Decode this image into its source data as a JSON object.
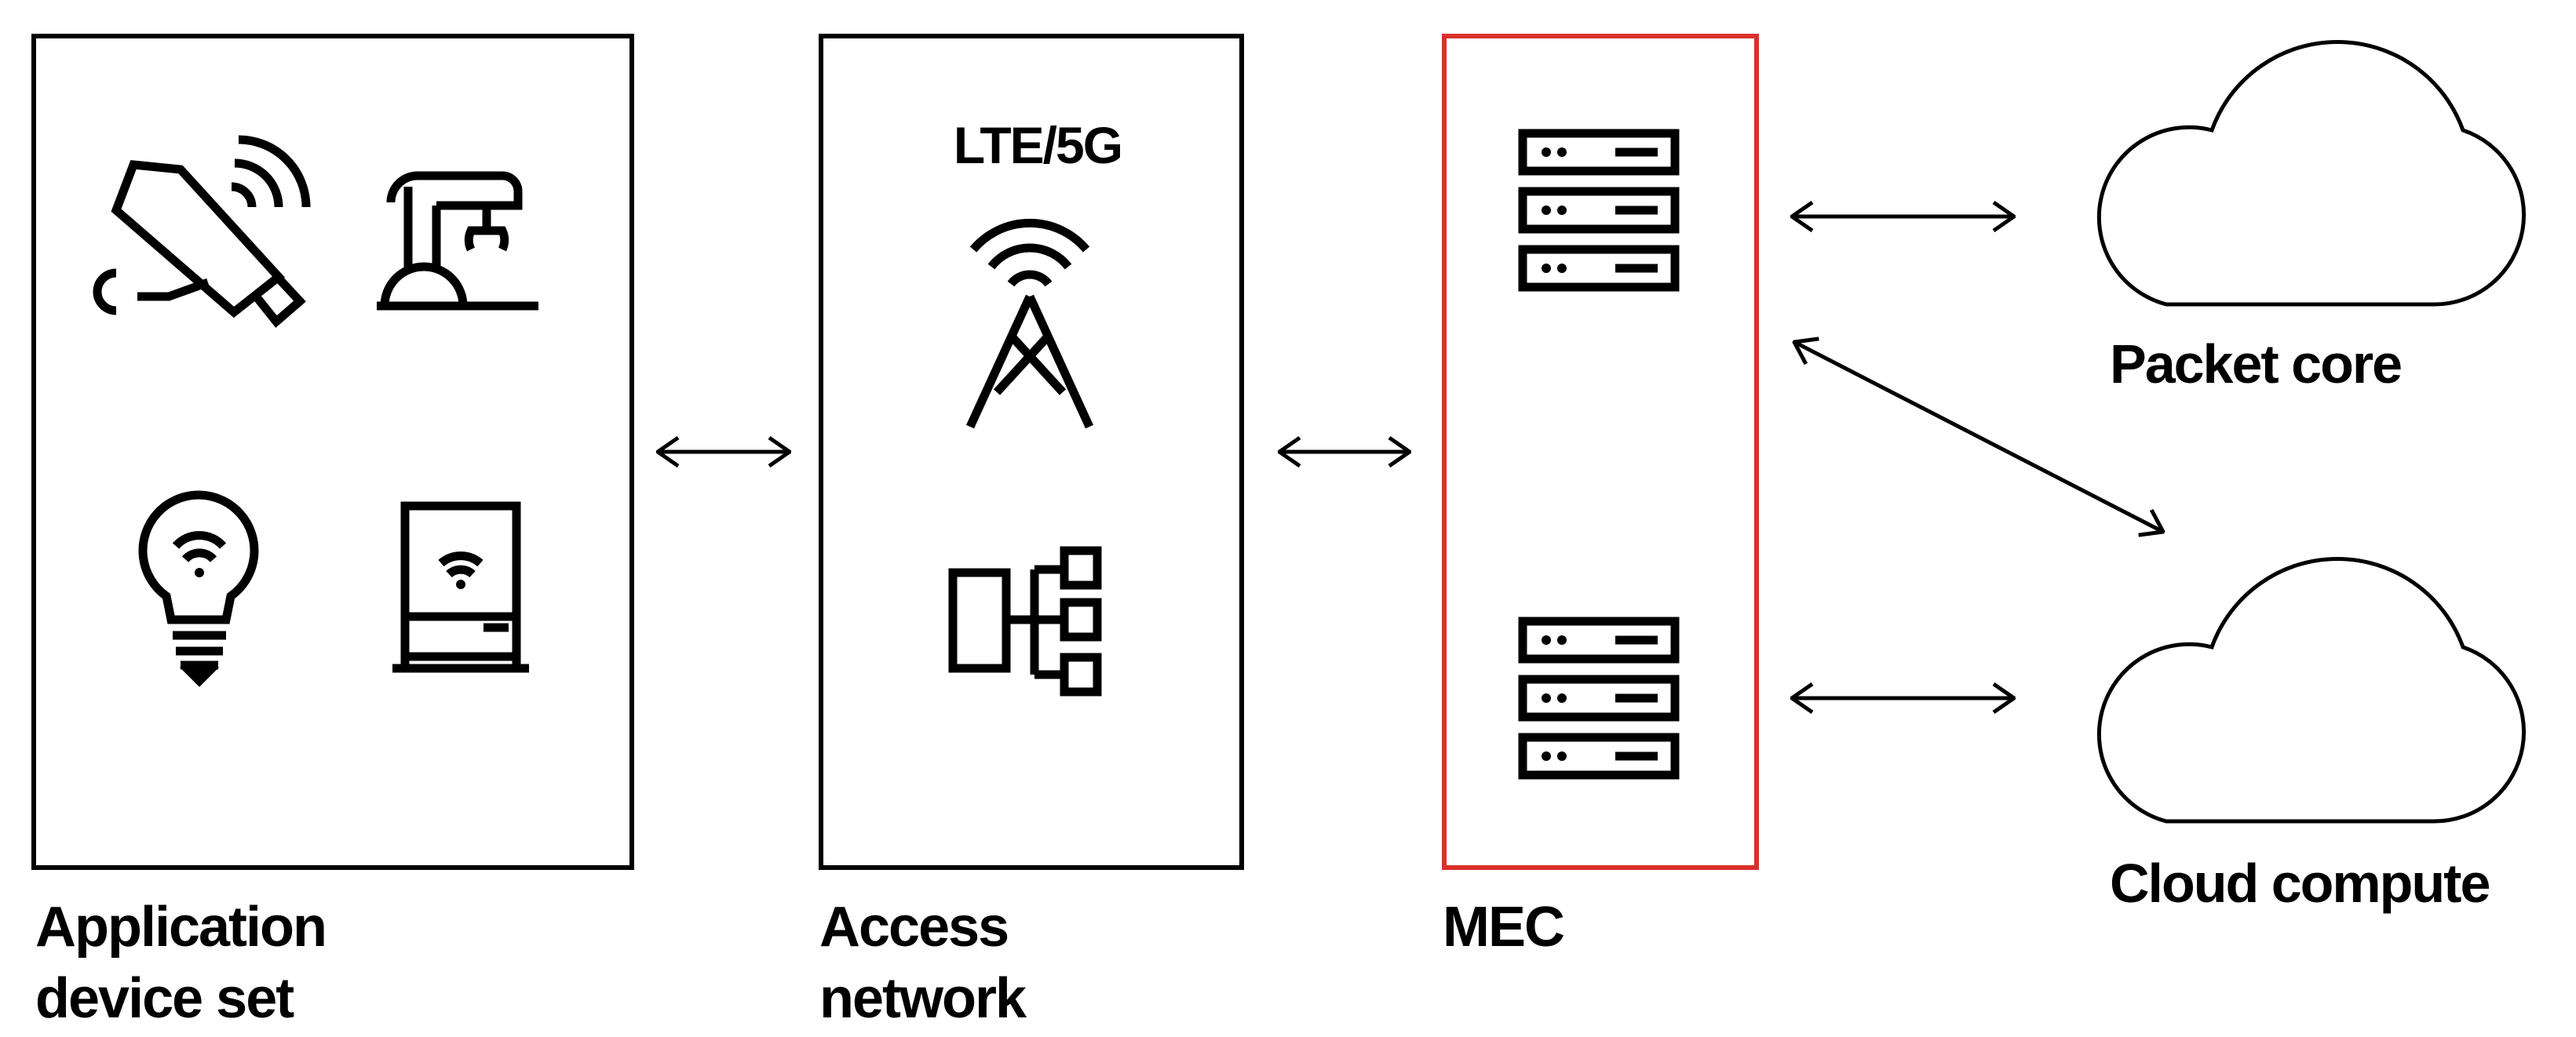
{
  "colors": {
    "stroke": "#000000",
    "accent": "#d9312a",
    "background": "#ffffff"
  },
  "panels": {
    "devices": {
      "label_line1": "Application",
      "label_line2": "device set",
      "icons": [
        "security-camera-icon",
        "robotic-arm-icon",
        "smart-bulb-icon",
        "smart-appliance-icon"
      ]
    },
    "access": {
      "title": "LTE/5G",
      "label_line1": "Access",
      "label_line2": "network",
      "icons": [
        "cell-tower-icon",
        "network-hierarchy-icon"
      ]
    },
    "mec": {
      "label": "MEC",
      "icons": [
        "server-stack-icon",
        "server-stack-icon"
      ]
    }
  },
  "clouds": {
    "packet_core": {
      "label": "Packet core",
      "icon": "cloud-icon"
    },
    "cloud_compute": {
      "label": "Cloud compute",
      "icon": "cloud-icon"
    }
  },
  "connectors": [
    "bidirectional-arrow",
    "bidirectional-arrow",
    "bidirectional-arrow",
    "bidirectional-arrow",
    "bidirectional-arrow"
  ]
}
